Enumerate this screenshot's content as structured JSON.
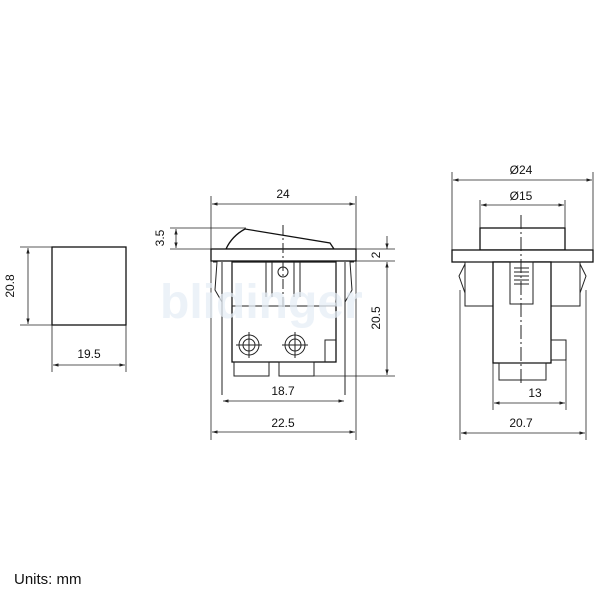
{
  "watermark": "blidinger",
  "side_view": {
    "height": "20.8",
    "width": "19.5"
  },
  "front_view": {
    "top_width": "24",
    "rocker_height": "3.5",
    "flange_thickness": "2",
    "body_height": "20.5",
    "inner_width": "18.7",
    "outer_width": "22.5"
  },
  "end_view": {
    "flange_diameter": "Ø24",
    "rocker_diameter": "Ø15",
    "terminal_width": "13",
    "body_width": "20.7"
  },
  "units_label": "Units: mm",
  "colors": {
    "line": "#222222",
    "background": "#ffffff"
  }
}
